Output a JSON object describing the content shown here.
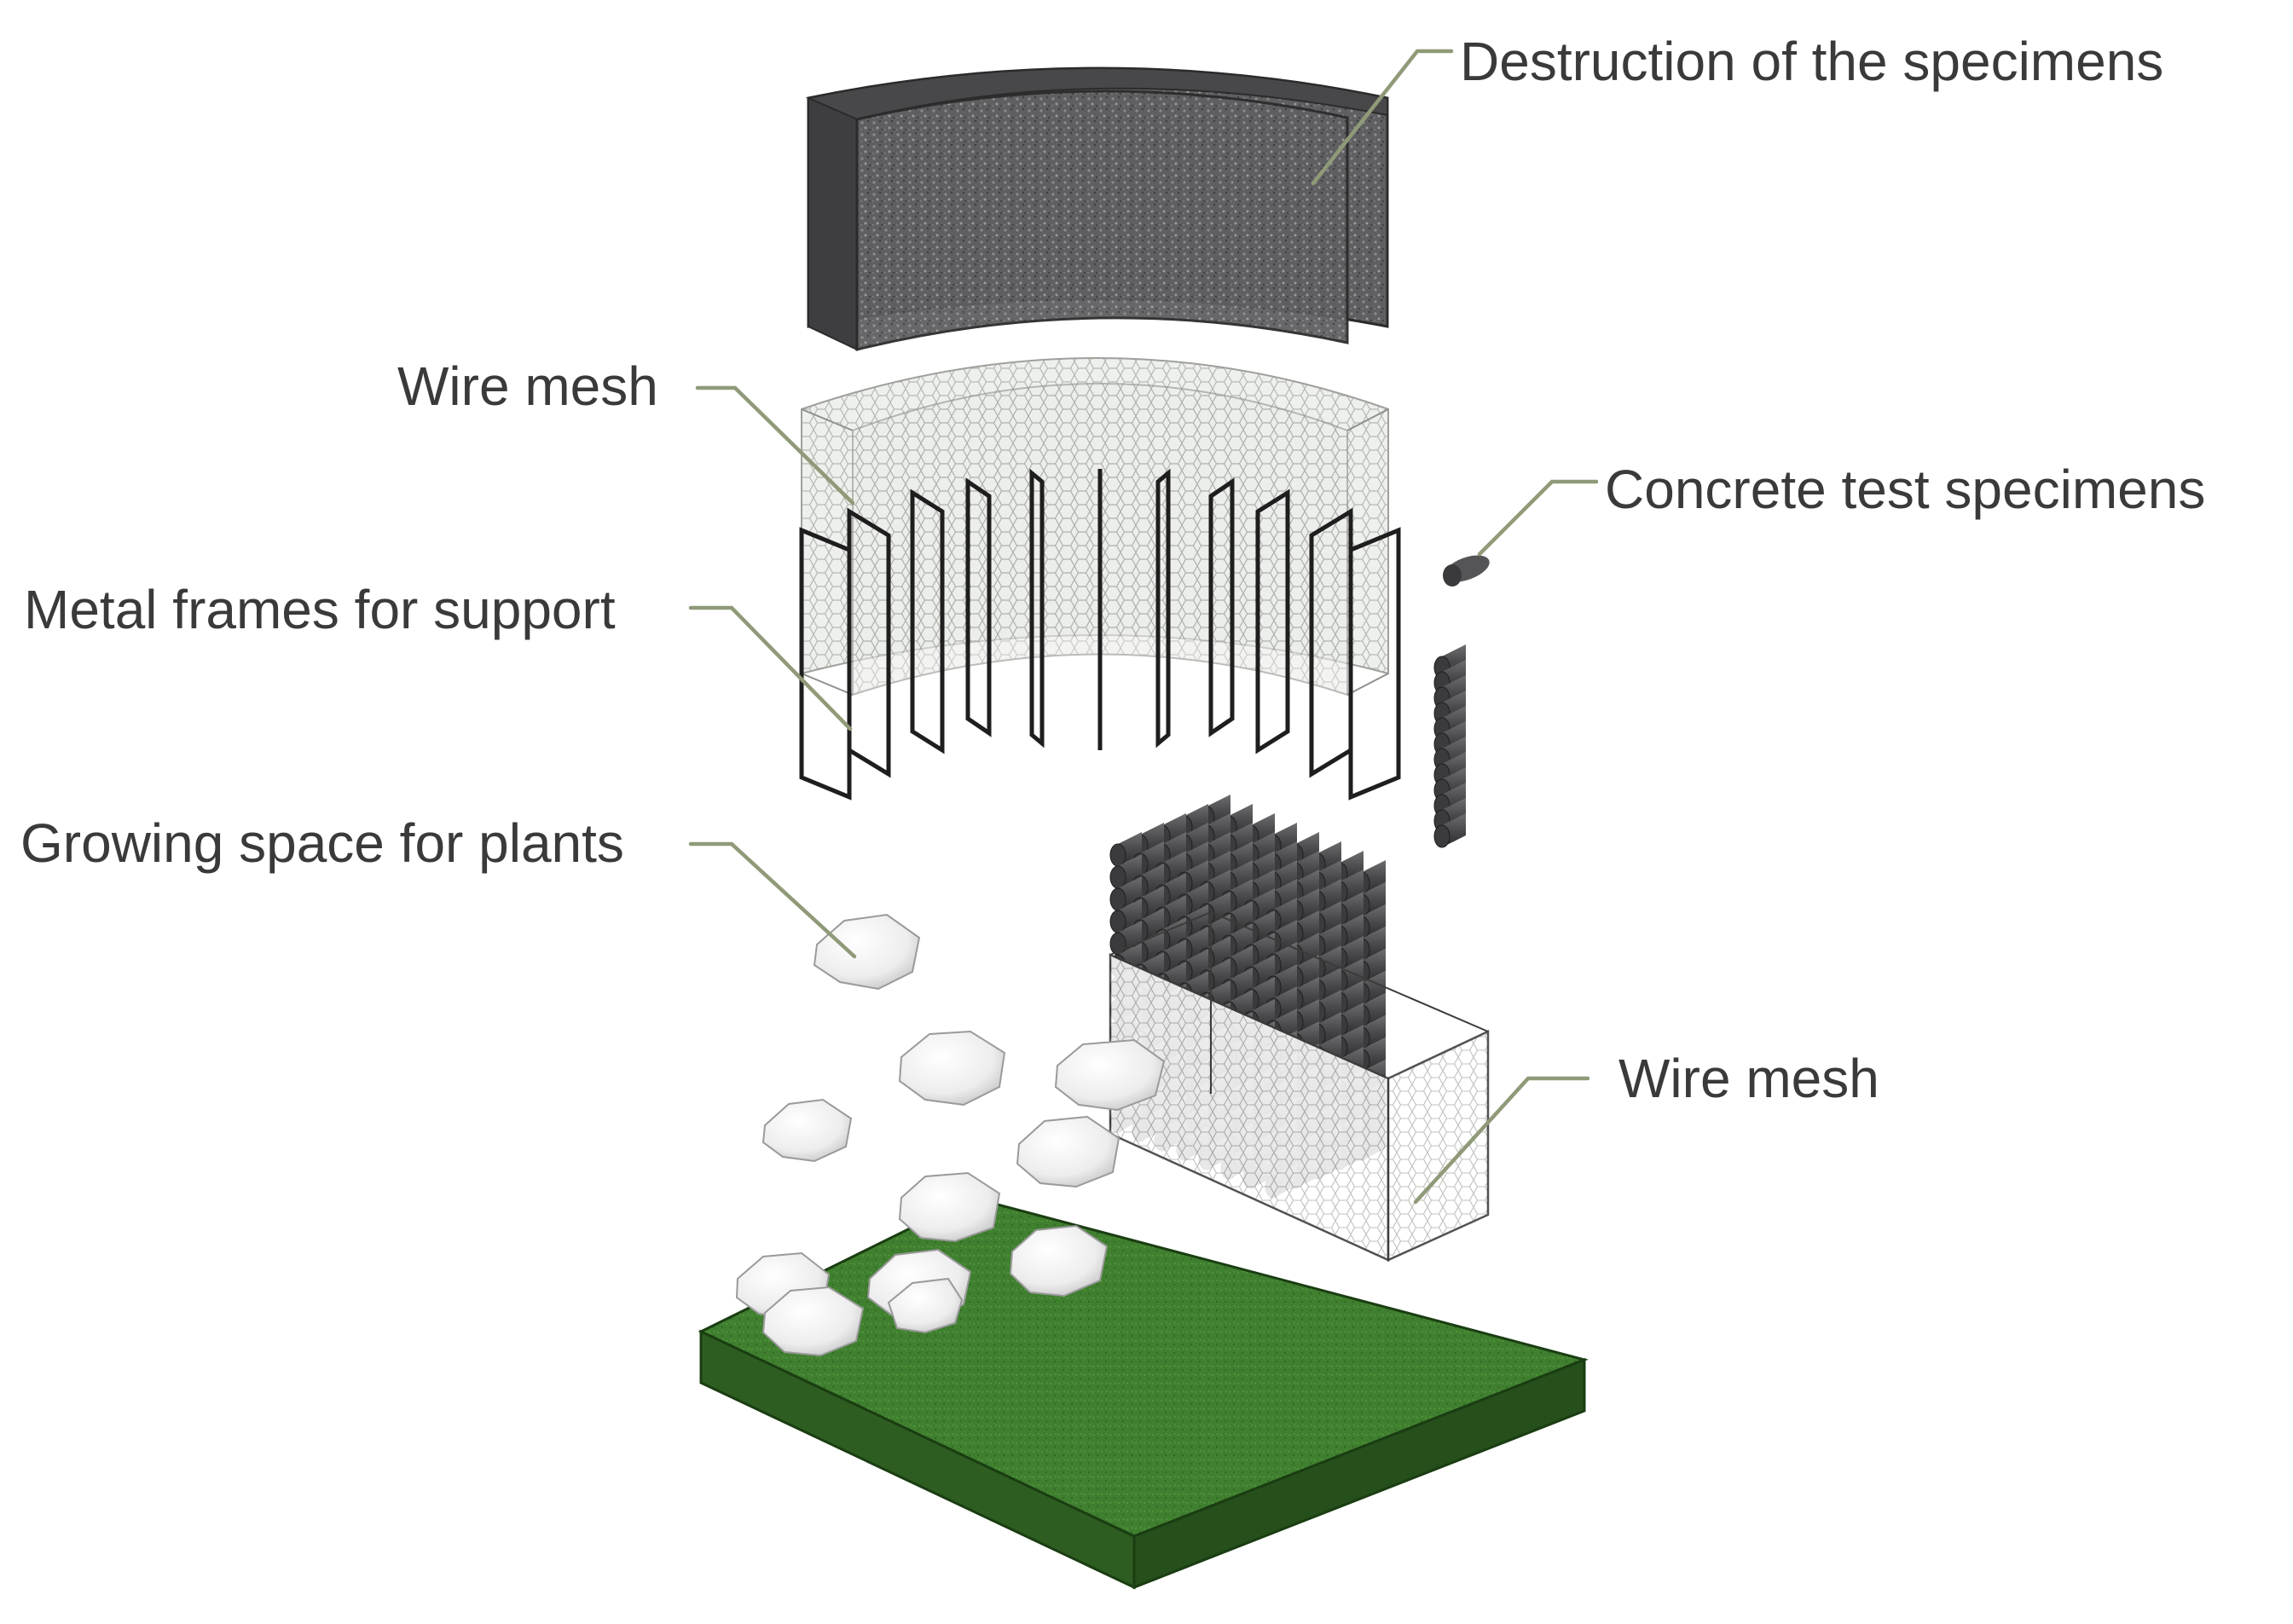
{
  "labels": {
    "destruction": "Destruction of the specimens",
    "wire_mesh_top": "Wire mesh",
    "concrete_specimens": "Concrete test specimens",
    "metal_frames": "Metal frames for support",
    "growing_space": "Growing space for plants",
    "wire_mesh_bottom": "Wire mesh"
  },
  "colors": {
    "leader_line": "#8f9a78",
    "label_text": "#3a3a3a",
    "granite": "#5f5f62",
    "mesh": "#c9ccc6",
    "frame": "#1e1e1e",
    "specimen": "#4d4d4f",
    "stone": "#f2f2f2",
    "grass_top": "#3f7f2f",
    "grass_side": "#254f1b"
  }
}
